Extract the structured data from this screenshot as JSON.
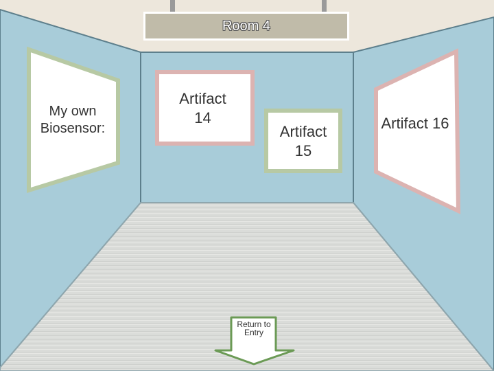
{
  "room": {
    "title": "Room 4"
  },
  "exhibits": {
    "left": {
      "label": "My own Biosensor:"
    },
    "center_left": {
      "label": "Artifact 14"
    },
    "center_right": {
      "label": "Artifact 15"
    },
    "right": {
      "label": "Artifact 16"
    }
  },
  "navigation": {
    "return_label": "Return to Entry"
  },
  "colors": {
    "wall": "#a8ccd9",
    "wall_edge": "#5d7f8c",
    "ceiling": "#ede7dc",
    "floor": "#dadcd9",
    "frame_green": "#b7c9a4",
    "frame_pink": "#dcb3b1",
    "arrow_fill": "#ffffff",
    "arrow_stroke": "#6b9a55"
  }
}
